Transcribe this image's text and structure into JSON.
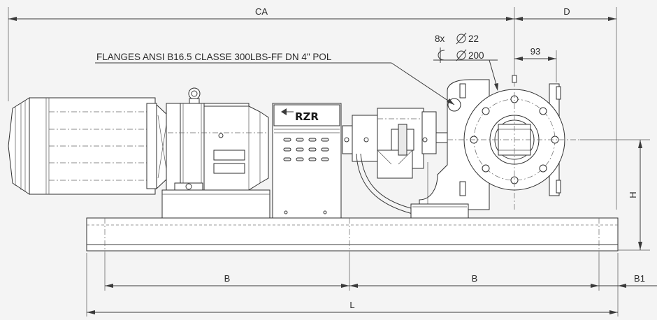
{
  "drawing": {
    "dimensions": {
      "ca": "CA",
      "d": "D",
      "d93": "93",
      "h": "H",
      "b_left": "B",
      "b_right": "B",
      "b1": "B1",
      "l": "L"
    },
    "notes": {
      "holes": "8x",
      "hole_diameter": "22",
      "bolt_circle_diameter": "200",
      "flange_callout": "FLANGES ANSI B16.5 CLASSE 300LBS-FF DN 4\" POL"
    },
    "logo_text": "RZR"
  }
}
